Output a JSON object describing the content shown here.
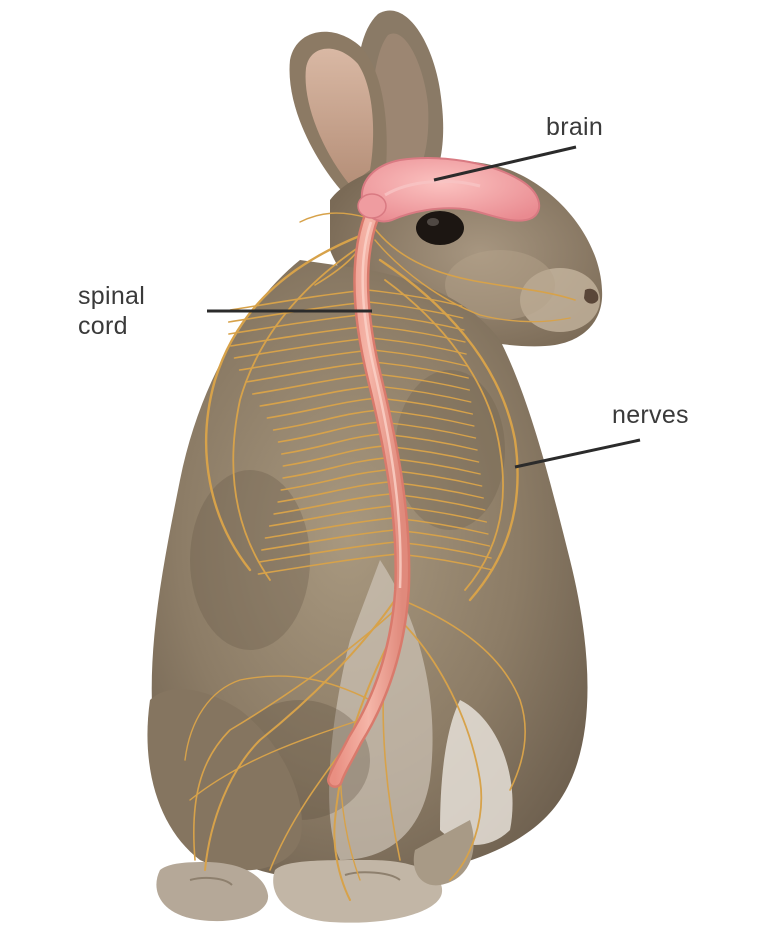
{
  "diagram": {
    "subject": "rabbit",
    "labels": {
      "brain": "brain",
      "spinal_cord_line1": "spinal",
      "spinal_cord_line2": "cord",
      "nerves": "nerves"
    },
    "colors": {
      "background": "#ffffff",
      "fur_dark": "#6b5d4c",
      "fur_mid": "#9a8a74",
      "fur_light": "#d8d0c4",
      "brain": "#f2a0a0",
      "spinal_cord": "#ec9a8c",
      "nerves": "#d7a24a",
      "leader_line": "#2b2b2b",
      "label_text": "#3a3a3a"
    }
  }
}
